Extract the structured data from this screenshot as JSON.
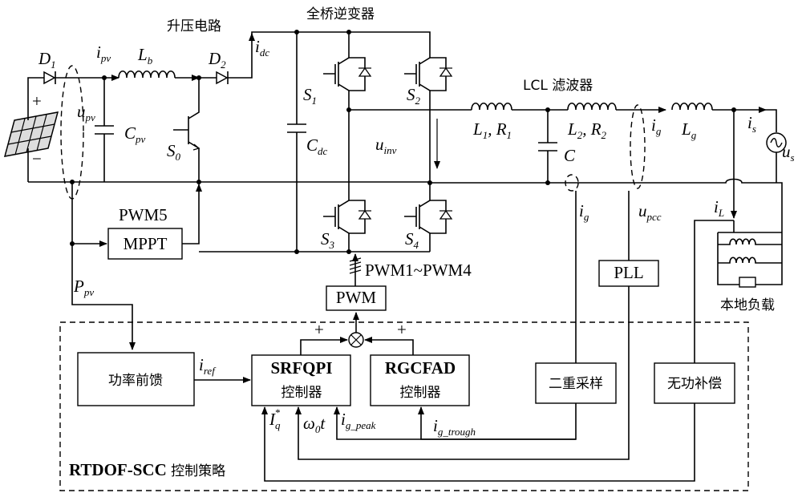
{
  "blocks": {
    "boost": "升压电路",
    "inverter": "全桥逆变器",
    "lcl_filter": "LCL 滤波器",
    "local_load": "本地负载",
    "pwm5": "PWM5",
    "mppt": "MPPT",
    "pwm_bus": "PWM1~PWM4",
    "pwm": "PWM",
    "pll": "PLL",
    "power_ff": "功率前馈",
    "srfqpi": "SRFQPI",
    "srfqpi_sub": "控制器",
    "rgcfad": "RGCFAD",
    "rgcfad_sub": "控制器",
    "dual_sampling": "二重采样",
    "reactive_comp": "无功补偿",
    "strategy_bold": "RTDOF-SCC",
    "strategy_cn": " 控制策略"
  },
  "symbols": {
    "d1": "D",
    "d1_sub": "1",
    "d2": "D",
    "d2_sub": "2",
    "ipv": "i",
    "ipv_sub": "pv",
    "lb": "L",
    "lb_sub": "b",
    "idc": "i",
    "idc_sub": "dc",
    "upv": "u",
    "upv_sub": "pv",
    "cpv": "C",
    "cpv_sub": "pv",
    "s0": "S",
    "s0_sub": "0",
    "cdc": "C",
    "cdc_sub": "dc",
    "s1": "S",
    "s1_sub": "1",
    "s2": "S",
    "s2_sub": "2",
    "s3": "S",
    "s3_sub": "3",
    "s4": "S",
    "s4_sub": "4",
    "uinv": "u",
    "uinv_sub": "inv",
    "l1r1": "L",
    "l1r1_a": "1",
    "l1r1_b": ", R",
    "l1r1_c": "1",
    "l2r2": "L",
    "l2r2_a": "2",
    "l2r2_b": ", R",
    "l2r2_c": "2",
    "c": "C",
    "ig": "i",
    "ig_sub": "g",
    "lg": "L",
    "lg_sub": "g",
    "is": "i",
    "is_sub": "s",
    "us": "u",
    "us_sub": "s",
    "ig2": "i",
    "ig2_sub": "g",
    "upcc": "u",
    "upcc_sub": "pcc",
    "il": "i",
    "il_sub": "L",
    "ppv": "P",
    "ppv_sub": "pv",
    "iref": "i",
    "iref_sub": "ref",
    "iq": "I",
    "iq_sub": "q",
    "iq_sup": "*",
    "w0t": "ω",
    "w0t_sub": "0",
    "w0t_t": "t",
    "igpeak": "i",
    "igpeak_sub": "g_peak",
    "igtrough": "i",
    "igtrough_sub": "g_trough",
    "plus1": "+",
    "plus2": "+",
    "plus_pv": "+",
    "minus_pv": "−"
  }
}
